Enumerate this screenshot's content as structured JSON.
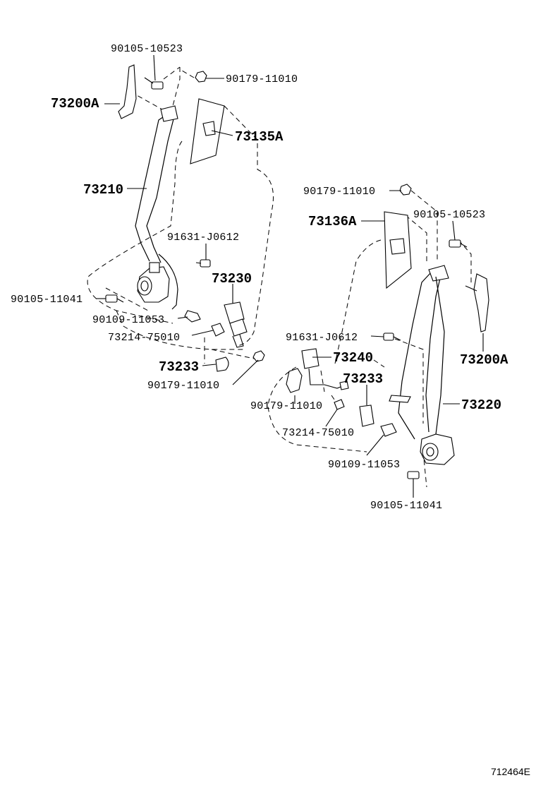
{
  "figure_code": "712464E",
  "labels": {
    "l_90105_10523": "90105-10523",
    "l_90179_11010_top": "90179-11010",
    "l_73200A_left": "73200A",
    "l_73135A": "73135A",
    "l_73210": "73210",
    "l_91631_J0612_left": "91631-J0612",
    "l_73230": "73230",
    "l_90105_11041_left": "90105-11041",
    "l_90109_11053_left": "90109-11053",
    "l_73214_75010_left": "73214-75010",
    "l_73233_left": "73233",
    "l_90179_11010_left_bottom": "90179-11010",
    "l_90179_11010_right_top": "90179-11010",
    "l_73136A": "73136A",
    "l_90105_10523_right": "90105-10523",
    "l_91631_J0612_right": "91631-J0612",
    "l_73240": "73240",
    "l_73200A_right": "73200A",
    "l_73233_right": "73233",
    "l_73220": "73220",
    "l_90179_11010_right_bottom": "90179-11010",
    "l_73214_75010_right": "73214-75010",
    "l_90109_11053_right": "90109-11053",
    "l_90105_11041_right": "90105-11041"
  }
}
